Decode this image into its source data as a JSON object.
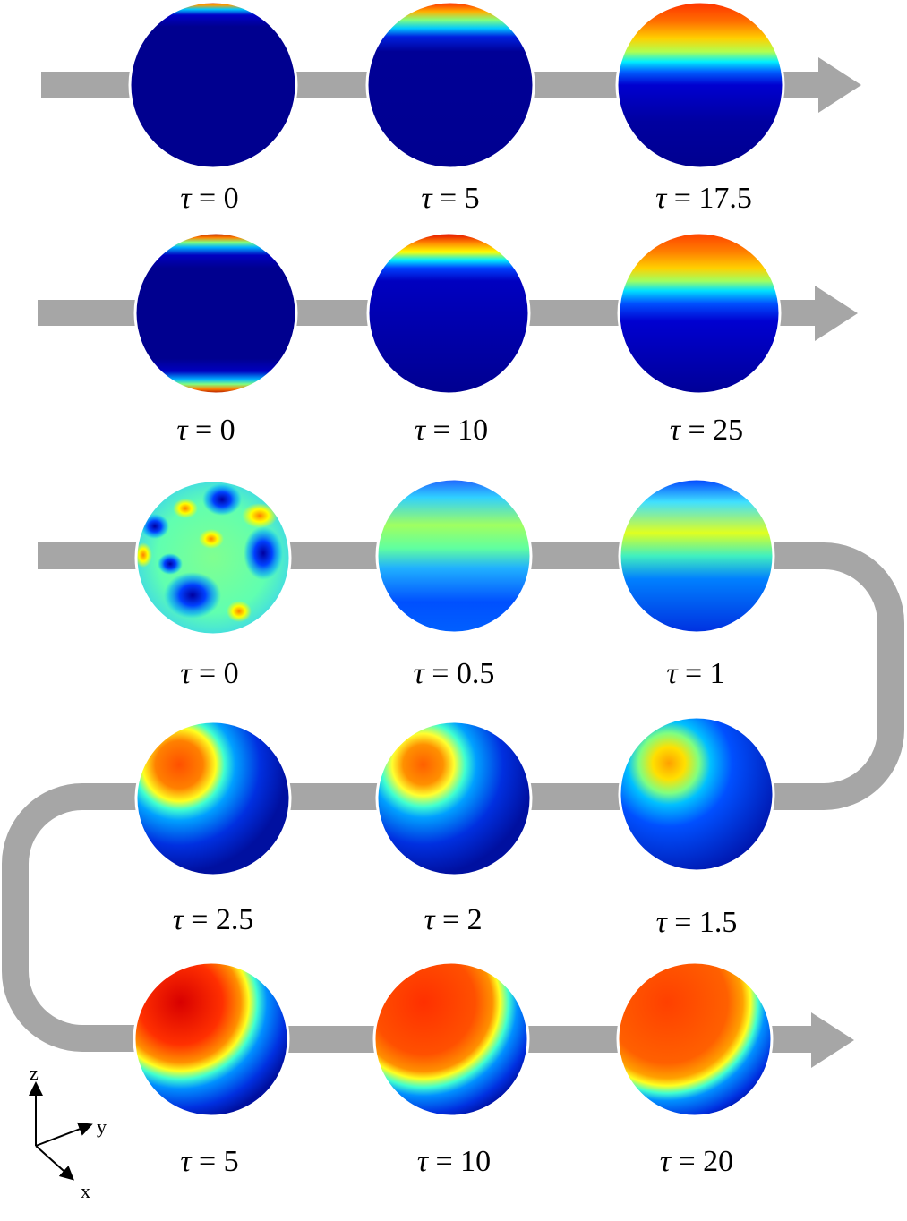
{
  "rows": [
    {
      "id": "row1",
      "labels": [
        "τ = 0",
        "τ = 5",
        "τ = 17.5"
      ]
    },
    {
      "id": "row2",
      "labels": [
        "τ = 0",
        "τ = 10",
        "τ = 25"
      ]
    },
    {
      "id": "row3",
      "labels": [
        "τ = 0",
        "τ = 0.5",
        "τ = 1"
      ]
    },
    {
      "id": "row4",
      "labels": [
        "τ = 2.5",
        "τ = 2",
        "τ = 1.5"
      ]
    },
    {
      "id": "row5",
      "labels": [
        "τ = 5",
        "τ = 10",
        "τ = 20"
      ]
    }
  ],
  "axes": {
    "z": "z",
    "y": "y",
    "x": "x"
  },
  "colors": {
    "arrow": "#a6a6a6",
    "colormap": [
      "#00008f",
      "#0000ff",
      "#0080ff",
      "#00ffff",
      "#80ff80",
      "#ffff00",
      "#ff8000",
      "#ff0000",
      "#800000"
    ]
  }
}
